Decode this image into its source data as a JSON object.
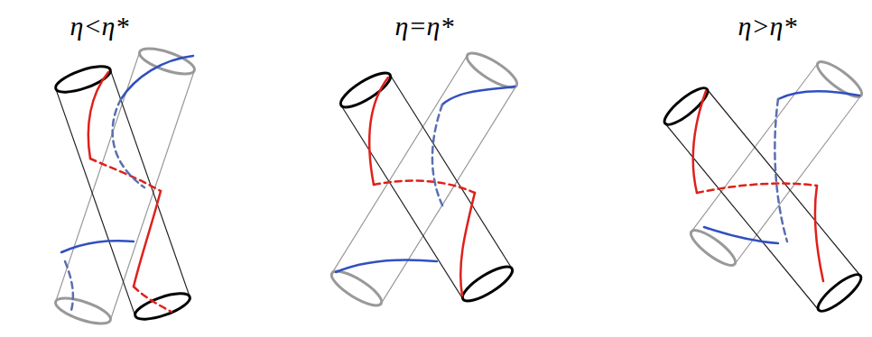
{
  "diagram": {
    "labels": [
      "η<η*",
      "η=η*",
      "η>η*"
    ]
  }
}
